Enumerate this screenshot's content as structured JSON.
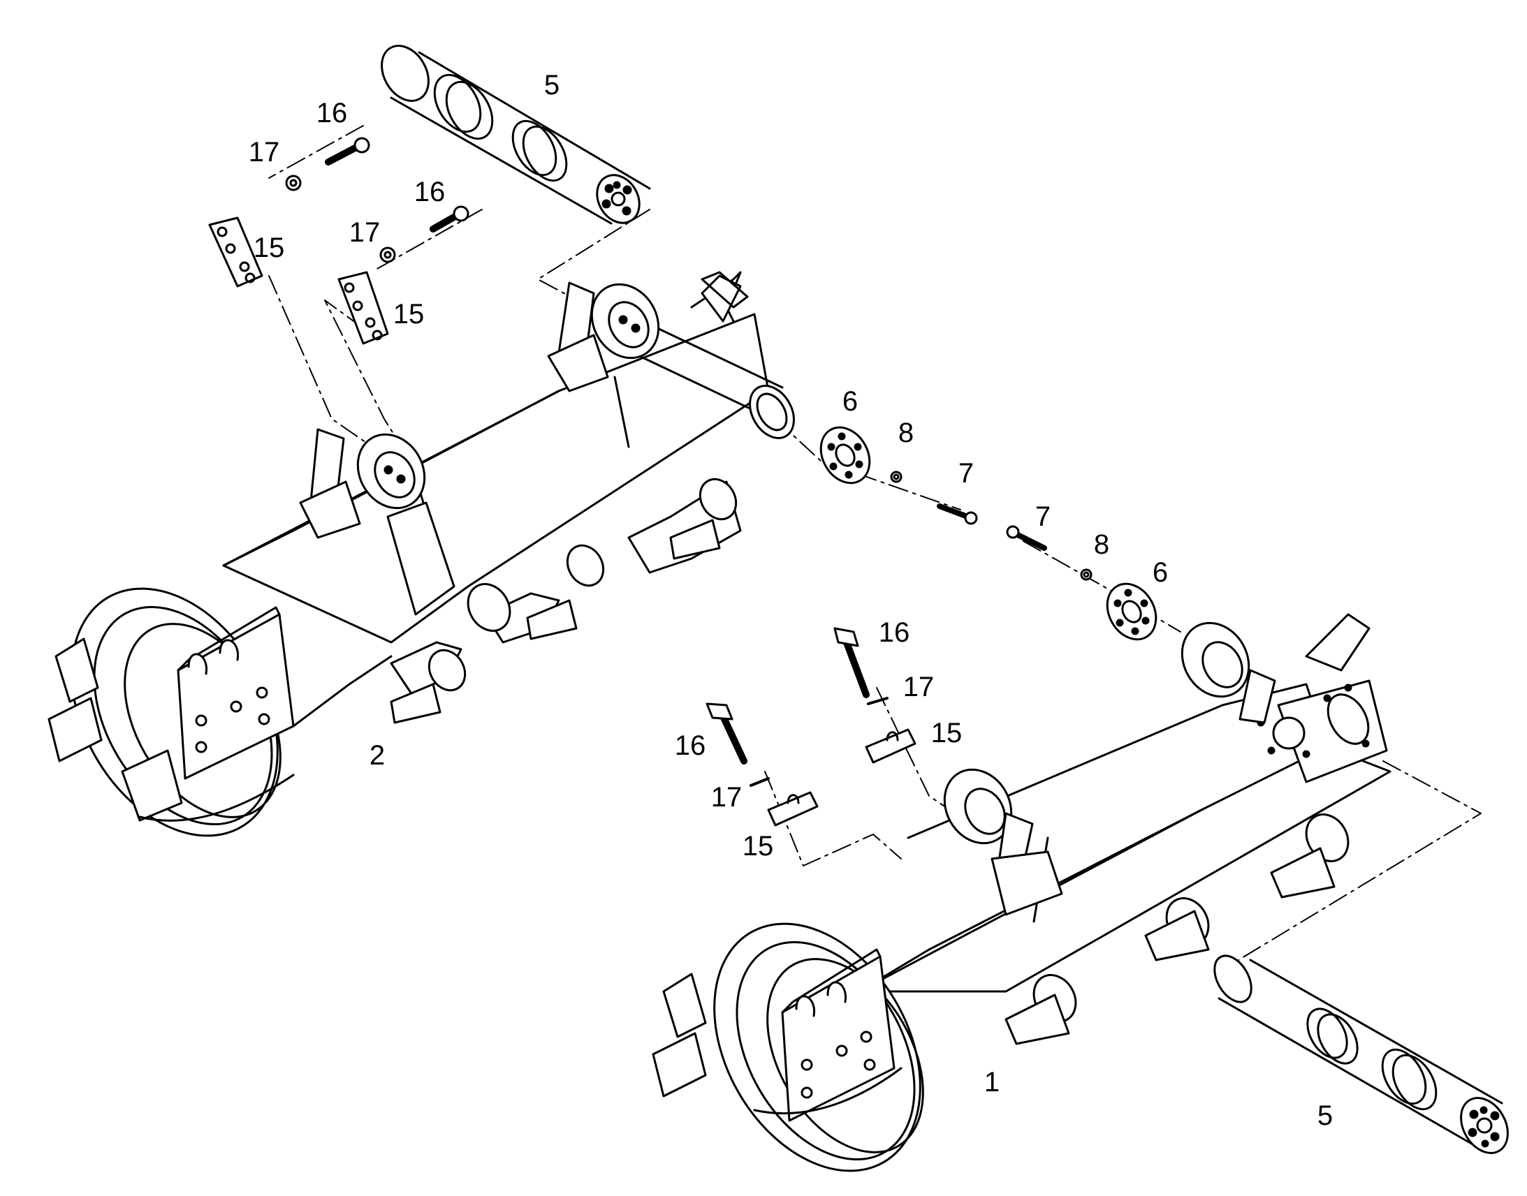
{
  "diagram": {
    "callouts": [
      {
        "id": "c5a",
        "text": "5"
      },
      {
        "id": "c16a",
        "text": "16"
      },
      {
        "id": "c17a",
        "text": "17"
      },
      {
        "id": "c16b",
        "text": "16"
      },
      {
        "id": "c17b",
        "text": "17"
      },
      {
        "id": "c15a",
        "text": "15"
      },
      {
        "id": "c15b",
        "text": "15"
      },
      {
        "id": "c6a",
        "text": "6"
      },
      {
        "id": "c8a",
        "text": "8"
      },
      {
        "id": "c7a",
        "text": "7"
      },
      {
        "id": "c7b",
        "text": "7"
      },
      {
        "id": "c8b",
        "text": "8"
      },
      {
        "id": "c6b",
        "text": "6"
      },
      {
        "id": "c16c",
        "text": "16"
      },
      {
        "id": "c17c",
        "text": "17"
      },
      {
        "id": "c15c",
        "text": "15"
      },
      {
        "id": "c16d",
        "text": "16"
      },
      {
        "id": "c17d",
        "text": "17"
      },
      {
        "id": "c15d",
        "text": "15"
      },
      {
        "id": "c2",
        "text": "2"
      },
      {
        "id": "c1",
        "text": "1"
      },
      {
        "id": "c5b",
        "text": "5"
      }
    ],
    "colors": {
      "line": "#000000",
      "background": "#ffffff",
      "shade": "#9a9a9a"
    }
  }
}
